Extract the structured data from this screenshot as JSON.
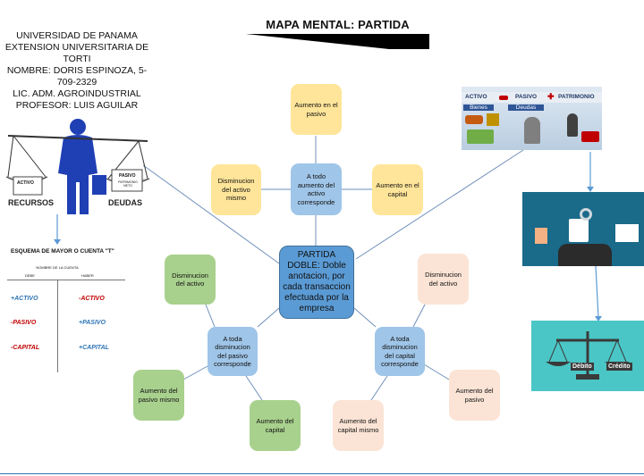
{
  "title": "MAPA MENTAL: PARTIDA DOBLE",
  "header": {
    "line1": "UNIVERSIDAD DE PANAMA",
    "line2": "EXTENSION UNIVERSITARIA DE TORTI",
    "line3": "NOMBRE: DORIS ESPINOZA, 5-709-2329",
    "line4": "LIC. ADM. AGROINDUSTRIAL",
    "line5": "PROFESOR: LUIS AGUILAR"
  },
  "center_node": "PARTIDA DOBLE: Doble anotacion, por cada transaccion efectuada por la empresa",
  "activo_group": {
    "hub": "A todo aumento del activo corresponde",
    "top": "Aumento en el pasivo",
    "left": "Disminucion del activo mismo",
    "right": "Aumento en el capital"
  },
  "pasivo_group": {
    "hub": "A toda disminucion del pasivo corresponde",
    "top": "Disminucion del activo",
    "left": "Aumento del pasivo mismo",
    "bottom": "Aumento del capital"
  },
  "capital_group": {
    "hub": "A toda disminucion del capital corresponde",
    "top": "Disminucion del activo",
    "right": "Aumento del pasivo",
    "bottom": "Aumento del capital mismo"
  },
  "scale_image": {
    "left_pan": "ACTIVO",
    "right_pan": "PASIVO",
    "right_pan_sub": "PATRIMONIO NETO",
    "left_label": "RECURSOS",
    "right_label": "DEUDAS"
  },
  "t_account": {
    "title": "ESQUEMA DE MAYOR O CUENTA \"T\"",
    "name_row": "NOMBRE DE LA CUENTA",
    "col_left": "DEBE",
    "col_right": "HABER",
    "rows": [
      {
        "left": "+ACTIVO",
        "right": "-ACTIVO"
      },
      {
        "left": "-PASIVO",
        "right": "+PASIVO"
      },
      {
        "left": "-CAPITAL",
        "right": "+CAPITAL"
      }
    ]
  },
  "equation_image": {
    "activo": "ACTIVO",
    "pasivo": "PASIVO",
    "patrimonio": "PATRIMONIO",
    "bienes": "Bienes",
    "deudas": "Deudas"
  },
  "balance_image": {
    "left": "Débito",
    "right": "Crédito"
  },
  "colors": {
    "yellow": "#ffe599",
    "blue_node": "#9fc5e8",
    "center": "#5b9bd5",
    "green": "#a9d18e",
    "peach": "#fbe4d5",
    "link_line": "#7f9fc7"
  }
}
